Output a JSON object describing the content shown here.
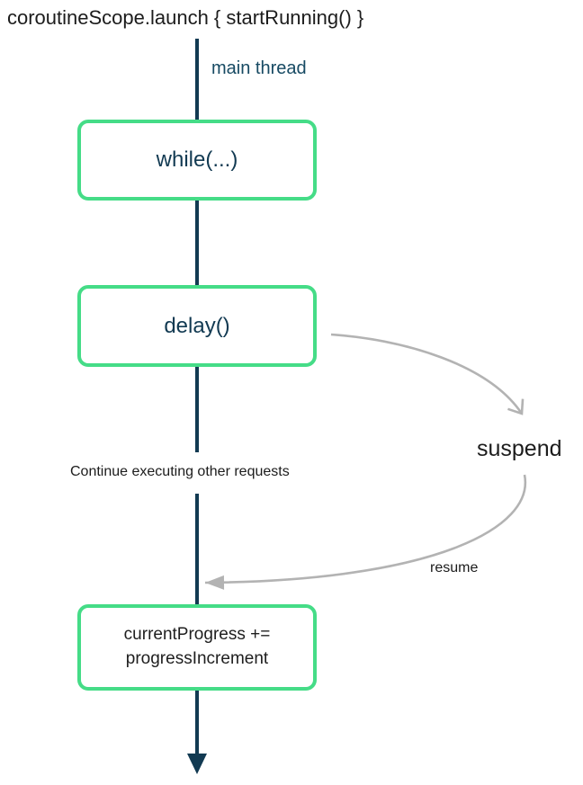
{
  "title": "coroutineScope.launch { startRunning() }",
  "thread": {
    "label": "main thread"
  },
  "boxes": {
    "while_box": {
      "label": "while(...)"
    },
    "delay_box": {
      "label": "delay()"
    },
    "progress_box": {
      "line1": "currentProgress +=",
      "line2": "progressIncrement"
    }
  },
  "annotations": {
    "continue_note": "Continue executing other requests",
    "suspend_label": "suspend",
    "resume_label": "resume"
  },
  "colors": {
    "accent_green": "#45dc87",
    "thread_navy": "#123a52",
    "arrow_gray": "#b3b3b3",
    "text_dark": "#1c1c1c"
  }
}
